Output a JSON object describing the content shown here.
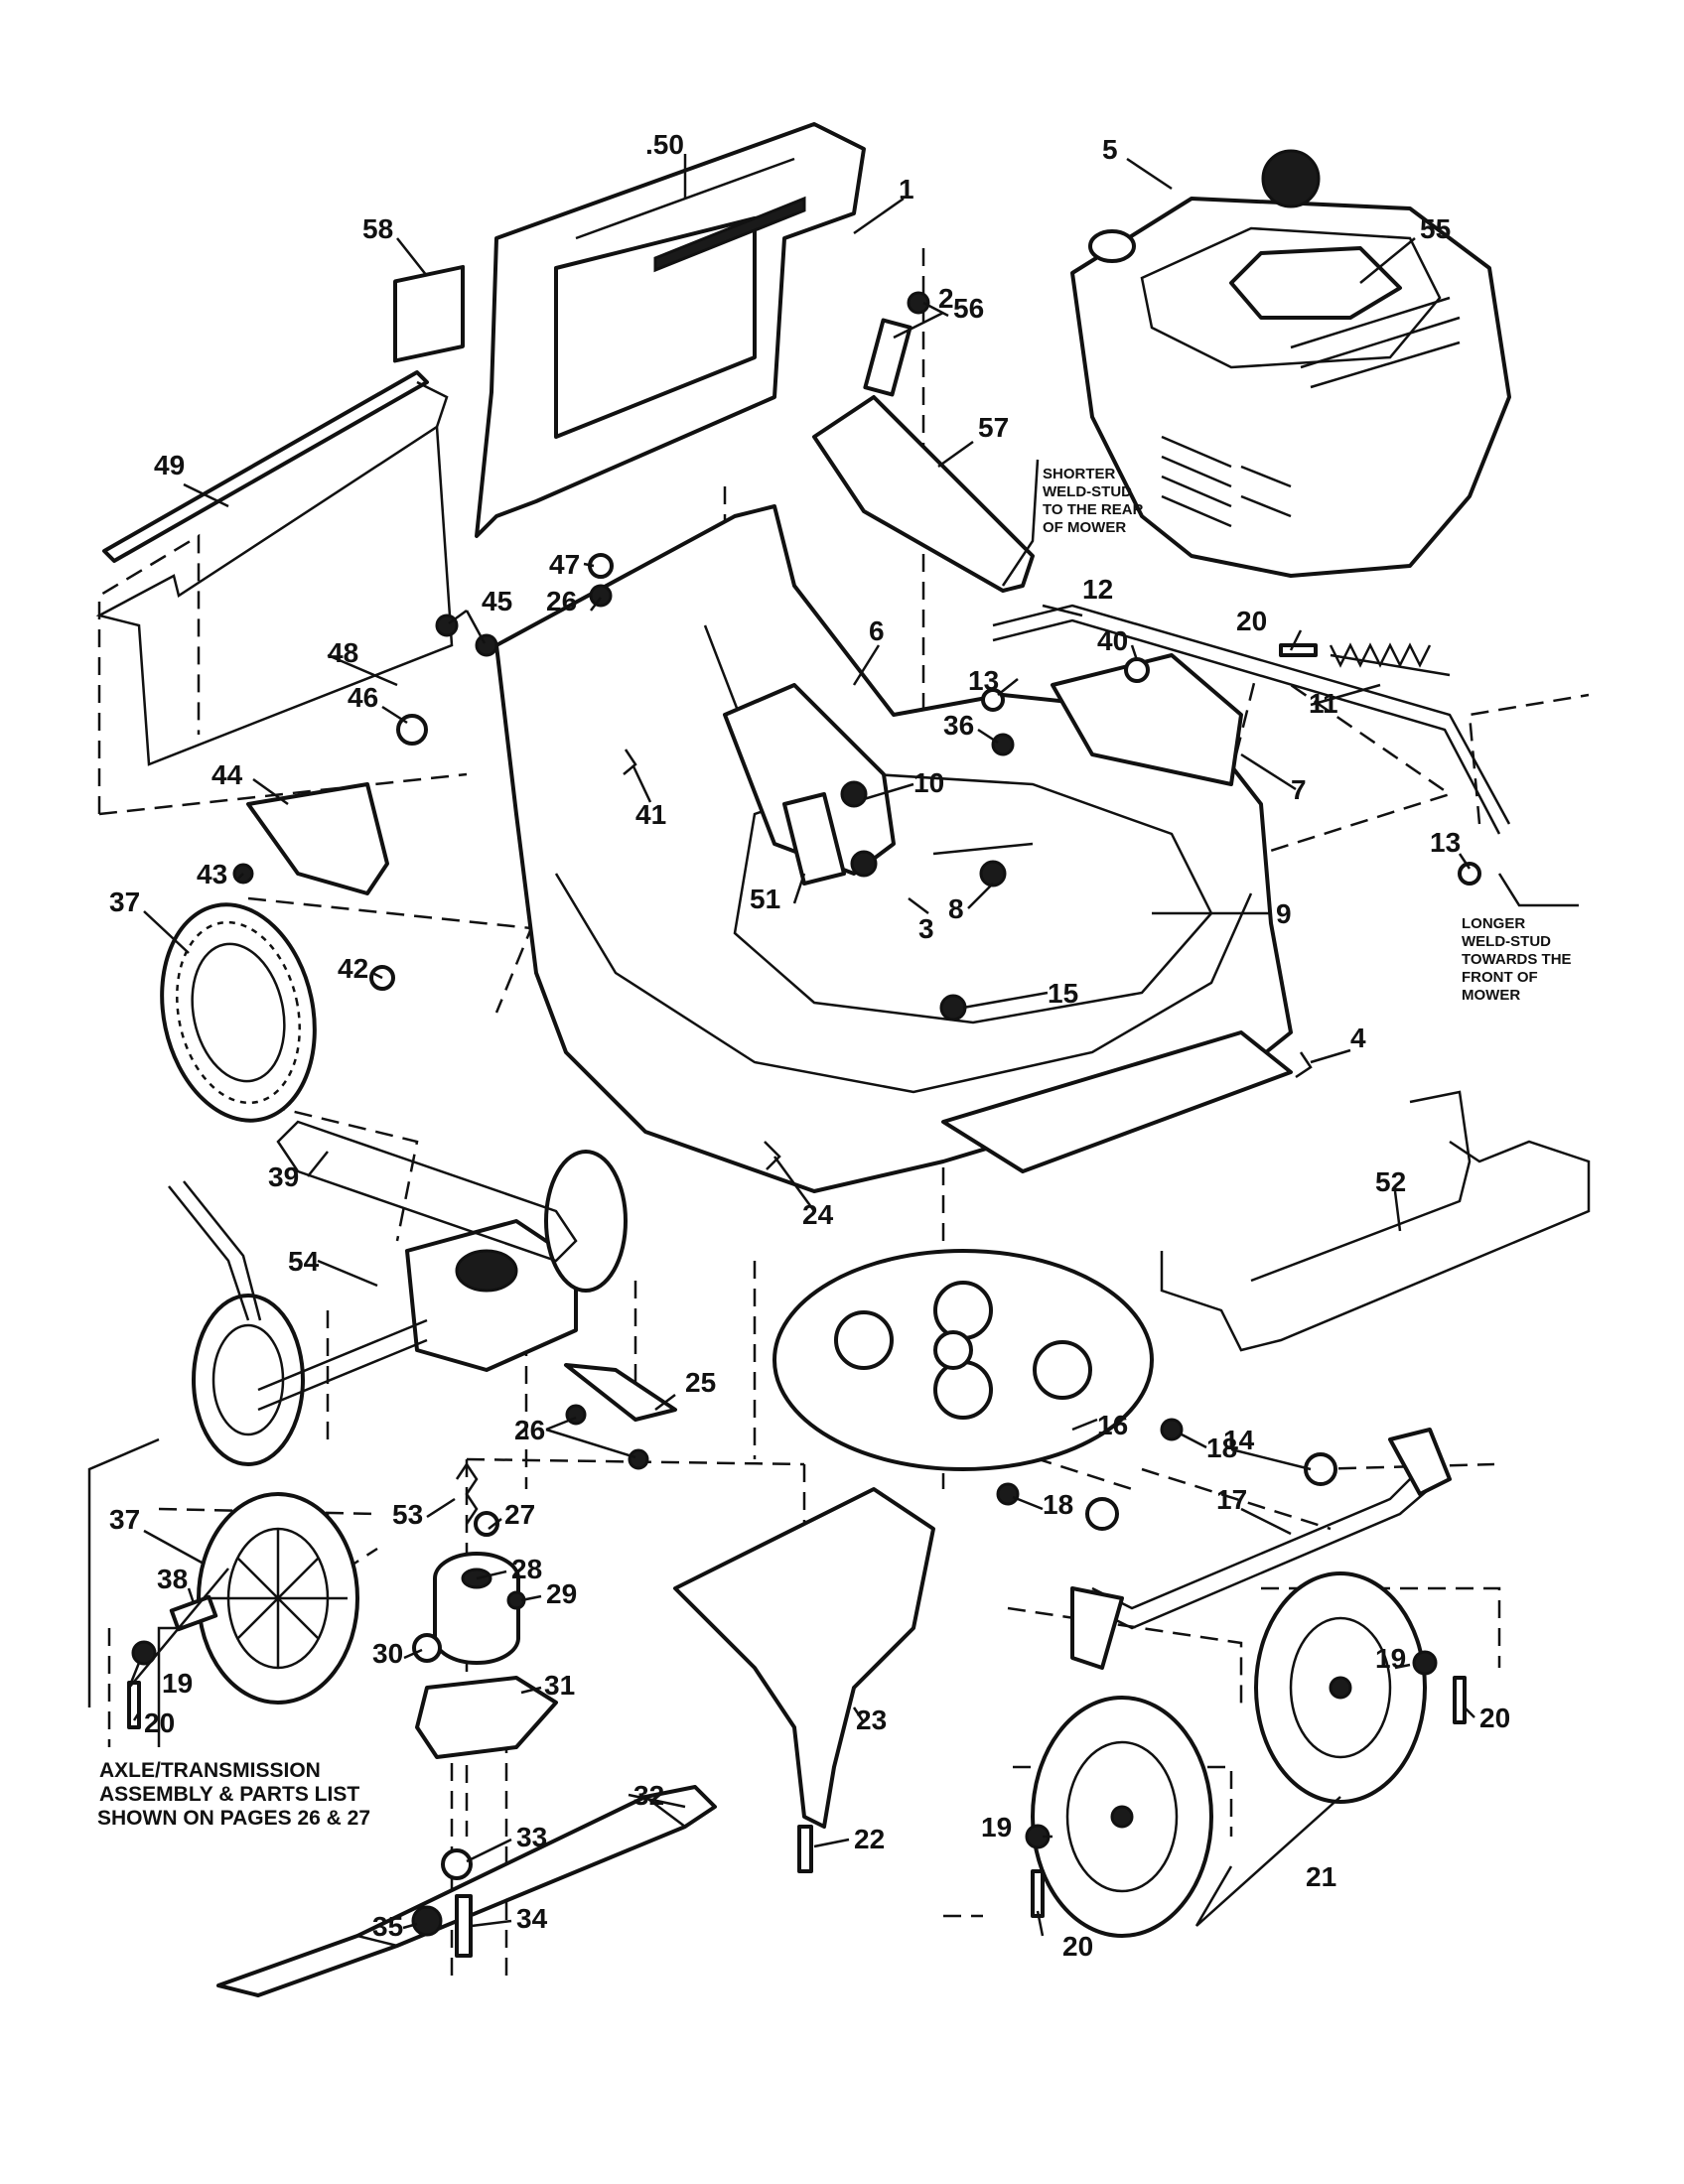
{
  "callouts": [
    {
      "id": "c1",
      "label": "1"
    },
    {
      "id": "c2",
      "label": "2"
    },
    {
      "id": "c3",
      "label": "3"
    },
    {
      "id": "c4",
      "label": "4"
    },
    {
      "id": "c5",
      "label": "5"
    },
    {
      "id": "c6",
      "label": "6"
    },
    {
      "id": "c7",
      "label": "7"
    },
    {
      "id": "c8",
      "label": "8"
    },
    {
      "id": "c9",
      "label": "9"
    },
    {
      "id": "c10",
      "label": "10"
    },
    {
      "id": "c11",
      "label": "11"
    },
    {
      "id": "c12",
      "label": "12"
    },
    {
      "id": "c13a",
      "label": "13"
    },
    {
      "id": "c13b",
      "label": "13"
    },
    {
      "id": "c14",
      "label": "14"
    },
    {
      "id": "c15",
      "label": "15"
    },
    {
      "id": "c16",
      "label": "16"
    },
    {
      "id": "c17",
      "label": "17"
    },
    {
      "id": "c18a",
      "label": "18"
    },
    {
      "id": "c18b",
      "label": "18"
    },
    {
      "id": "c19a",
      "label": "19"
    },
    {
      "id": "c19b",
      "label": "19"
    },
    {
      "id": "c19c",
      "label": "19"
    },
    {
      "id": "c20a",
      "label": "20"
    },
    {
      "id": "c20b",
      "label": "20"
    },
    {
      "id": "c20c",
      "label": "20"
    },
    {
      "id": "c20d",
      "label": "20"
    },
    {
      "id": "c21",
      "label": "21"
    },
    {
      "id": "c22",
      "label": "22"
    },
    {
      "id": "c23",
      "label": "23"
    },
    {
      "id": "c24",
      "label": "24"
    },
    {
      "id": "c25",
      "label": "25"
    },
    {
      "id": "c26a",
      "label": "26"
    },
    {
      "id": "c26b",
      "label": "26"
    },
    {
      "id": "c27",
      "label": "27"
    },
    {
      "id": "c28",
      "label": "28"
    },
    {
      "id": "c29",
      "label": "29"
    },
    {
      "id": "c30",
      "label": "30"
    },
    {
      "id": "c31",
      "label": "31"
    },
    {
      "id": "c32",
      "label": "32"
    },
    {
      "id": "c33",
      "label": "33"
    },
    {
      "id": "c34",
      "label": "34"
    },
    {
      "id": "c35",
      "label": "35"
    },
    {
      "id": "c36",
      "label": "36"
    },
    {
      "id": "c37a",
      "label": "37"
    },
    {
      "id": "c37b",
      "label": "37"
    },
    {
      "id": "c38",
      "label": "38"
    },
    {
      "id": "c39",
      "label": "39"
    },
    {
      "id": "c40",
      "label": "40"
    },
    {
      "id": "c41",
      "label": "41"
    },
    {
      "id": "c42",
      "label": "42"
    },
    {
      "id": "c43",
      "label": "43"
    },
    {
      "id": "c44",
      "label": "44"
    },
    {
      "id": "c45",
      "label": "45"
    },
    {
      "id": "c46",
      "label": "46"
    },
    {
      "id": "c47",
      "label": "47"
    },
    {
      "id": "c48",
      "label": "48"
    },
    {
      "id": "c49",
      "label": "49"
    },
    {
      "id": "c50",
      "label": ".50"
    },
    {
      "id": "c51",
      "label": "51"
    },
    {
      "id": "c52",
      "label": "52"
    },
    {
      "id": "c53",
      "label": "53"
    },
    {
      "id": "c54",
      "label": "54"
    },
    {
      "id": "c55",
      "label": "55"
    },
    {
      "id": "c56",
      "label": "56"
    },
    {
      "id": "c57",
      "label": "57"
    },
    {
      "id": "c58",
      "label": "58"
    }
  ],
  "notes": {
    "shorter_weld_stud": [
      "SHORTER",
      "WELD-STUD",
      "TO THE REAR",
      "OF MOWER"
    ],
    "longer_weld_stud": [
      "LONGER",
      "WELD-STUD",
      "TOWARDS THE",
      "FRONT OF",
      "MOWER"
    ],
    "axle_transmission": [
      "AXLE/TRANSMISSION",
      "ASSEMBLY & PARTS LIST",
      "SHOWN ON PAGES 26 & 27"
    ]
  }
}
